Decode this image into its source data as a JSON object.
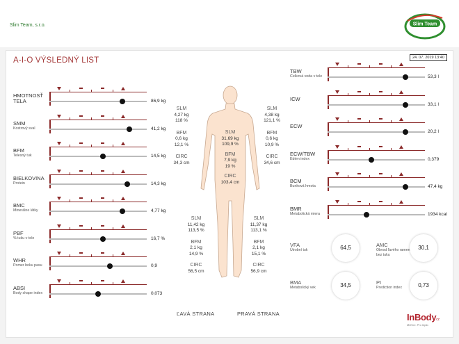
{
  "header": {
    "company": "Slim Team, s.r.o.",
    "logo_text": "Slim Team"
  },
  "report": {
    "title": "A-I-O VÝSLEDNÝ LIST",
    "date": "24. 07. 2019 13:40"
  },
  "left_metrics": [
    {
      "label": "HMOTNOSŤ TELA",
      "sub": "",
      "value": "86,9 kg",
      "level": 0.75
    },
    {
      "label": "SMM",
      "sub": "Kostrový sval",
      "value": "41,2 kg",
      "level": 0.82
    },
    {
      "label": "BFM",
      "sub": "Telesný tuk",
      "value": "14,5 kg",
      "level": 0.55
    },
    {
      "label": "BIELKOVINA",
      "sub": "Protein",
      "value": "14,3 kg",
      "level": 0.8
    },
    {
      "label": "BMC",
      "sub": "Minerálne látky",
      "value": "4,77 kg",
      "level": 0.75
    },
    {
      "label": "PBF",
      "sub": "% tuku v tele",
      "value": "16,7 %",
      "level": 0.55
    },
    {
      "label": "WHR",
      "sub": "Pomer boku pasu",
      "value": "0,9",
      "level": 0.62
    },
    {
      "label": "ABSI",
      "sub": "Body shape index",
      "value": "0,073",
      "level": 0.5
    }
  ],
  "right_metrics": [
    {
      "label": "TBW",
      "sub": "Celková voda v tele",
      "value": "53,3 l",
      "level": 0.8
    },
    {
      "label": "ICW",
      "sub": "",
      "value": "33,1 l",
      "level": 0.8
    },
    {
      "label": "ECW",
      "sub": "",
      "value": "20,2 l",
      "level": 0.8
    },
    {
      "label": "ECW/TBW",
      "sub": "Edém index",
      "value": "0,379",
      "level": 0.45
    },
    {
      "label": "BCM",
      "sub": "Bunková hmota",
      "value": "47,4 kg",
      "level": 0.8
    },
    {
      "label": "BMR",
      "sub": "Metabolická miera",
      "value": "1934 kcal",
      "level": 0.4
    }
  ],
  "circles": [
    {
      "label": "VFA",
      "sub": "Útrobní tuk",
      "value": "64,5"
    },
    {
      "label": "AMC",
      "sub": "Obvod ľavého ramena bez tuku",
      "value": "30,1"
    },
    {
      "label": "BMA",
      "sub": "Metabolický vek",
      "value": "34,5"
    },
    {
      "label": "PI",
      "sub": "Prediction index",
      "value": "0,73"
    }
  ],
  "segments": {
    "left_arm": {
      "h": "SLM",
      "v1": "4,27 kg",
      "v2": "118 %",
      "bh": "BFM",
      "b1": "0,6 kg",
      "b2": "12,1 %",
      "ch": "CIRC",
      "c1": "34,3 cm"
    },
    "right_arm": {
      "h": "SLM",
      "v1": "4,38 kg",
      "v2": "121,1 %",
      "bh": "BFM",
      "b1": "0,6 kg",
      "b2": "10,9 %",
      "ch": "CIRC",
      "c1": "34,6 cm"
    },
    "trunk": {
      "h": "SLM",
      "v1": "31,69 kg",
      "v2": "109,9 %",
      "bh": "BFM",
      "b1": "7,9 kg",
      "b2": "19 %",
      "ch": "CIRC",
      "c1": "103,4 cm"
    },
    "left_leg": {
      "h": "SLM",
      "v1": "11,42 kg",
      "v2": "113,5 %",
      "bh": "BFM",
      "b1": "2,1 kg",
      "b2": "14,9 %",
      "ch": "CIRC",
      "c1": "56,5 cm"
    },
    "right_leg": {
      "h": "SLM",
      "v1": "11,37 kg",
      "v2": "113,1 %",
      "bh": "BFM",
      "b1": "2,1 kg",
      "b2": "15,1 %",
      "ch": "CIRC",
      "c1": "56,9 cm"
    }
  },
  "sides": {
    "left": "ĽAVÁ STRANA",
    "right": "PRAVÁ STRANA"
  },
  "brand": {
    "name": "InBody",
    "suffix": "cz",
    "tagline": "Měření. Pro lepší."
  },
  "colors": {
    "accent": "#8b2a2a",
    "title": "#a53a3a",
    "brand": "#b3242e",
    "green": "#2d7a2d"
  }
}
